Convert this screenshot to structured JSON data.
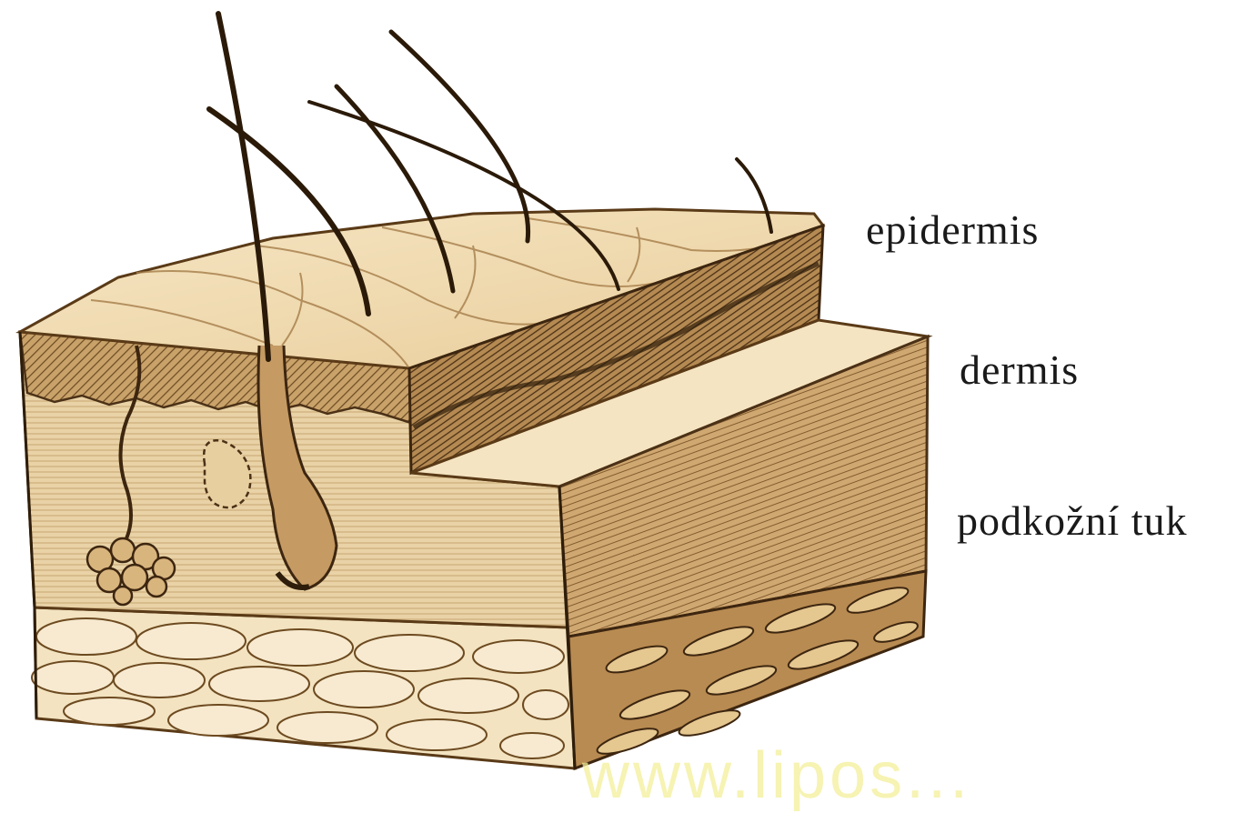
{
  "labels": {
    "epidermis": "epidermis",
    "dermis": "dermis",
    "subcutaneous": "podkožní tuk"
  },
  "watermark": "www.lipos..."
}
